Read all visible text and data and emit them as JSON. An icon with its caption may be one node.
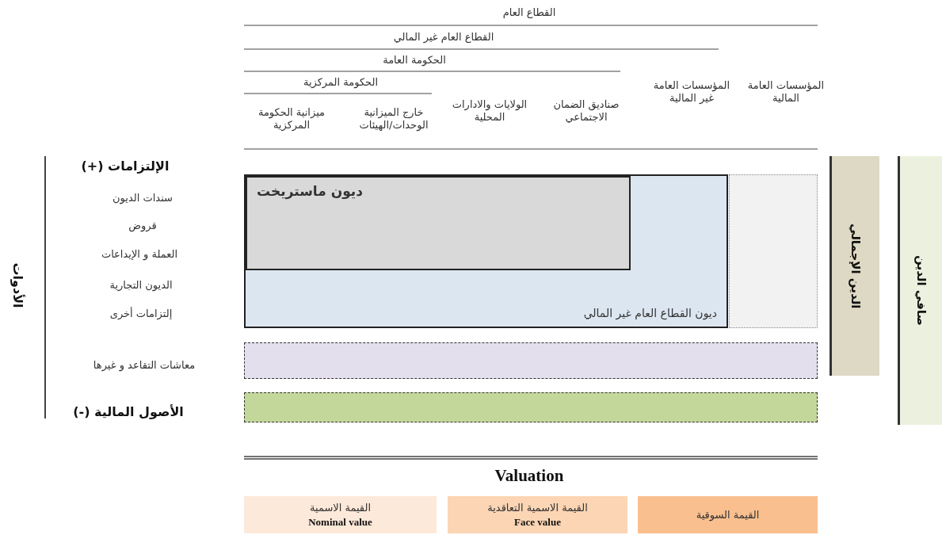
{
  "diagram": {
    "nodes": [
      {
        "text": [
          "ديون القطاع العام غير المالي"
        ]
      },
      {
        "text": [
          "ديون ماستريخت"
        ],
        "in": 0
      },
      {
        "text": [],
        "shape": "box"
      },
      {
        "text": [],
        "shape": "box"
      },
      {
        "text": [],
        "shape": "box"
      },
      {
        "text": [
          "الدين الإجمالي"
        ]
      },
      {
        "text": [
          "صافي الدين"
        ]
      },
      {
        "text": [
          "القيمة الاسمية",
          "Nominal value"
        ]
      },
      {
        "text": [
          "القيمة الاسمية التعاقدية",
          "Face value"
        ]
      },
      {
        "text": [
          "القيمة السوقية"
        ]
      }
    ],
    "edges": [],
    "labels": [
      "القطاع العام",
      "القطاع العام غير المالي",
      "الحكومة العامة",
      "الحكومة المركزية",
      "المؤسسات العامة المالية",
      "المؤسسات العامة غير المالية",
      "صناديق الضمان الاجتماعي",
      "الولايات والادارات المحلية",
      "خارج الميزانية الوحدات/الهيئات",
      "ميزانية الحكومة المركزية",
      "الأدوات",
      "الإلتزامات (+)",
      "سندات الديون",
      "قروض",
      "العملة و الإيداعات",
      "الديون التجارية",
      "إلتزامات أخرى",
      "معاشات التقاعد و غيرها",
      "الأصول المالية (-)",
      "Valuation"
    ]
  }
}
